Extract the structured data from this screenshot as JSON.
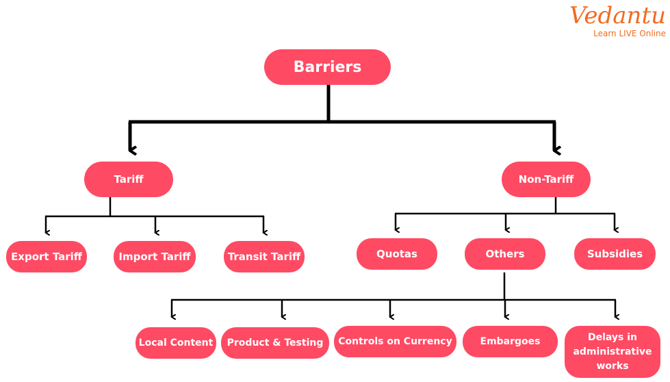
{
  "logo": {
    "brand": "Vedantu",
    "tagline": "Learn LIVE Online"
  },
  "colors": {
    "node": "#ff4a63",
    "line": "#000000",
    "logo": "#f26b22"
  },
  "root": "Barriers",
  "tariff": {
    "label": "Tariff",
    "children": [
      "Export Tariff",
      "Import Tariff",
      "Transit Tariff"
    ]
  },
  "non_tariff": {
    "label": "Non-Tariff",
    "children": [
      "Quotas",
      "Others",
      "Subsidies"
    ]
  },
  "others": {
    "children": [
      "Local Content",
      "Product & Testing",
      "Controls on Currency",
      "Embargoes",
      "Delays in administrative works"
    ]
  }
}
